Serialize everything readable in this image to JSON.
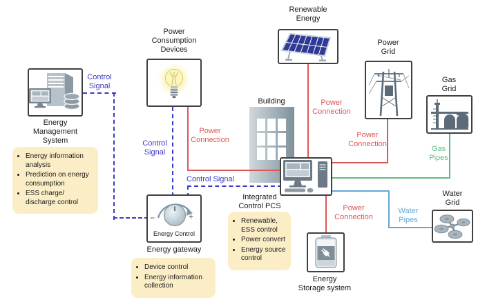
{
  "palette": {
    "control_signal_blue": "#3a3ac6",
    "power_connection_red": "#dd5555",
    "gas_pipes_green": "#5dbd86",
    "water_pipes_blue": "#62a7d2",
    "note_background": "#fbeec6",
    "box_border": "#3f3f3f"
  },
  "nodes": {
    "ems": {
      "label": "Energy\nManagement\nSystem"
    },
    "pcd": {
      "label": "Power\nConsumption\nDevices"
    },
    "renewable": {
      "label": "Renewable\nEnergy"
    },
    "power_grid": {
      "label": "Power\nGrid"
    },
    "gas_grid": {
      "label": "Gas\nGrid"
    },
    "building": {
      "label": "Building"
    },
    "pcs": {
      "label": "Integrated\nControl PCS"
    },
    "water_grid": {
      "label": "Water\nGrid"
    },
    "gateway": {
      "label": "Energy gateway",
      "knob_label": "Energy Control",
      "minus": "−",
      "plus": "+"
    },
    "storage": {
      "label": "Energy\nStorage system"
    }
  },
  "connections": {
    "control_signal_ems": "Control\nSignal",
    "control_signal_pcd": "Control\nSignal",
    "control_signal_pcs": "Control Signal",
    "power_connection_pcd": "Power\nConnection",
    "power_connection_renewable": "Power\nConnection",
    "power_connection_grid": "Power\nConnection",
    "power_connection_storage": "Power\nConnection",
    "gas_pipes": "Gas\nPipes",
    "water_pipes": "Water\nPipes"
  },
  "notes": {
    "ems": {
      "items": [
        "Energy information\nanalysis",
        "Prediction on energy\nconsumption",
        "ESS charge/\ndischarge control"
      ]
    },
    "pcs": {
      "items": [
        "Renewable,\nESS control",
        "Power convert",
        "Energy source\ncontrol"
      ]
    },
    "gateway": {
      "items": [
        "Device control",
        "Energy information\ncollection"
      ]
    }
  }
}
